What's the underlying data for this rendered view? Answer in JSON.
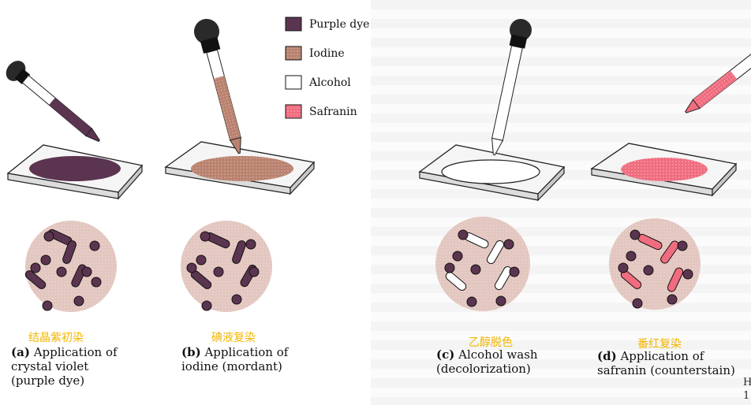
{
  "legend": [
    {
      "label": "Purple dye",
      "color": "#5b3550"
    },
    {
      "label": "Iodine",
      "color": "#b9826f"
    },
    {
      "label": "Alcohol",
      "color": "#ffffff"
    },
    {
      "label": "Safranin",
      "color": "#f06c7e"
    }
  ],
  "panels": [
    {
      "chinese": "结晶紫初染",
      "letter": "(a)",
      "caption_line1": "Application of",
      "caption_rest": [
        "crystal violet",
        "(purple dye)"
      ]
    },
    {
      "chinese": "碘液复染",
      "letter": "(b)",
      "caption_line1": "Application of",
      "caption_rest": [
        "iodine (mordant)"
      ]
    },
    {
      "chinese": "乙醇脱色",
      "letter": "(c)",
      "caption_line1": "Alcohol wash",
      "caption_rest": [
        "(decolorization)"
      ]
    },
    {
      "chinese": "番红复染",
      "letter": "(d)",
      "caption_line1": "Application of",
      "caption_rest": [
        "safranin (counterstain)"
      ]
    }
  ],
  "corner_text": [
    "H",
    "1"
  ],
  "colors": {
    "purple_dye": "#5b3550",
    "iodine": "#b9826f",
    "safranin": "#f06c7e",
    "circle_bg": "#e2c6bf",
    "chinese_text": "#f2b600"
  }
}
